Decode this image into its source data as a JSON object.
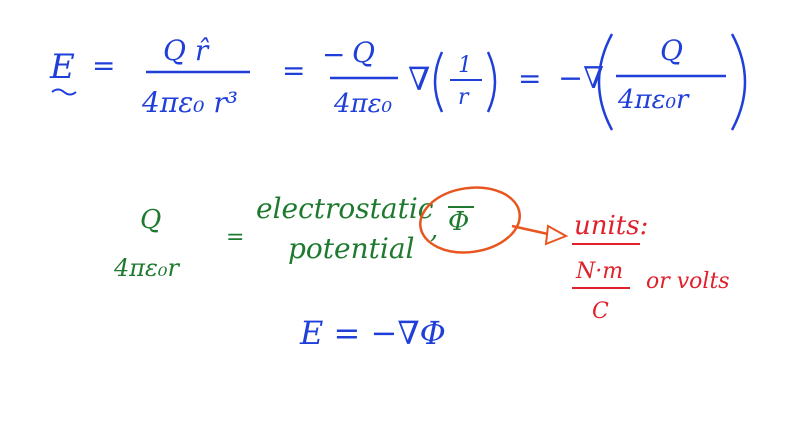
{
  "eq1": {
    "lhs": "E",
    "eq_a": "=",
    "frac1_num": "Q r̂",
    "frac1_den": "4πε₀ r³",
    "eq_b": "=",
    "minus": "−",
    "frac2_num": "Q",
    "frac2_den": "4πε₀",
    "nabla": "∇",
    "inner_num": "1",
    "inner_den": "r",
    "eq_c": "=",
    "minus_nabla": "−∇",
    "frac3_num": "Q",
    "frac3_den": "4πε₀r"
  },
  "eq2": {
    "num": "Q",
    "den": "4πε₀r",
    "eq": "=",
    "word1": "electrostatic",
    "word2": "potential",
    "comma": ",",
    "symbol": "Φ"
  },
  "units": {
    "label": "units:",
    "num": "N·m",
    "den": "C",
    "or": "or volts"
  },
  "eq3": {
    "text": "E = −∇Φ"
  },
  "colors": {
    "blue": "#1f3fd8",
    "green": "#1e7a2e",
    "red": "#e0202a",
    "orange": "#e8551e"
  }
}
